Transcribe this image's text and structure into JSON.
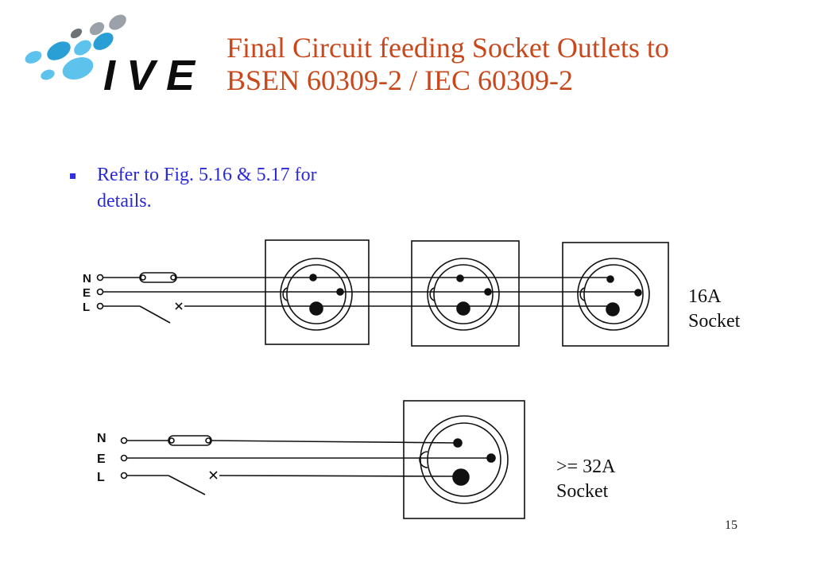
{
  "logo": {
    "text": "IVE",
    "colors": {
      "light_blue": "#5dc3ec",
      "mid_blue": "#2a9fd6",
      "grey": "#9aa1a8",
      "dark_grey": "#6d7277"
    }
  },
  "title": {
    "line1": "Final Circuit feeding Socket Outlets to",
    "line2": "BSEN 60309-2 / IEC 60309-2",
    "color": "#c8481c"
  },
  "bullet": {
    "line1": "Refer to Fig. 5.16 & 5.17 for",
    "line2": "details.",
    "color": "#2a2ad8"
  },
  "diagram_top": {
    "terminals": {
      "n": "N",
      "e": "E",
      "l": "L"
    },
    "label_line1": "16A",
    "label_line2": "Socket",
    "socket_count": 3
  },
  "diagram_bottom": {
    "terminals": {
      "n": "N",
      "e": "E",
      "l": "L"
    },
    "label_line1": ">= 32A",
    "label_line2": "Socket",
    "socket_count": 1
  },
  "page_number": "15"
}
